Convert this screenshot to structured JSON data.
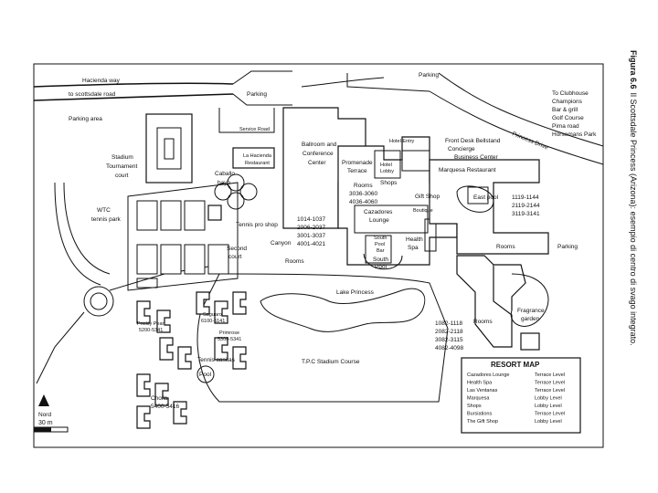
{
  "caption": {
    "figure": "Figura 6.6",
    "text": "Il Scottsdale Princess (Arizona): esempio di centro di svago integrato."
  },
  "labels": {
    "hacienda_way": "Hacienda way",
    "to_scottsdale_road": "to scottsdale road",
    "parking_area": "Parking area",
    "parking_top": "Parking",
    "parking_top2": "Parking",
    "parking_right": "Parking",
    "service_road": "Service Road",
    "stadium_court": [
      "Stadium",
      "Tournament",
      "court"
    ],
    "wtc": [
      "WTC",
      "tennis park"
    ],
    "la_hacienda": [
      "La Hacienda",
      "Restaurant"
    ],
    "caballo_bayo": [
      "Caballo",
      "bayo"
    ],
    "tennis_pro_shop": "Tennis pro shop",
    "second_court": [
      "Second",
      "court"
    ],
    "ballroom": [
      "Ballroom and",
      "Conference",
      "Center"
    ],
    "hotel_entry": "Hotel Entry",
    "front_desk": [
      "Front Desk Bellstand",
      "Concierge",
      "Business Center"
    ],
    "hotel_lobby": [
      "Hotel",
      "Lobby"
    ],
    "promenade": [
      "Promenade",
      "Terrace"
    ],
    "shops": "Shops",
    "marquesa": "Marquesa Restaurant",
    "gift_shop": "Gift Shop",
    "boutique": "Boutique",
    "east_pool": "East pool",
    "rooms_center": [
      "Rooms",
      "3036-3060",
      "4036-4060"
    ],
    "cazadores": [
      "Cazadores",
      "Lounge"
    ],
    "rooms_left": [
      "1014-1037",
      "2006-2037",
      "3001-3037",
      "4001-4021"
    ],
    "canyon": "Canyon",
    "south_pool_bar": [
      "South",
      "Pool",
      "Bar"
    ],
    "health_spa": [
      "Health",
      "Spa"
    ],
    "south_pool": [
      "South",
      "Pool"
    ],
    "rooms_word_left": "Rooms",
    "rooms_word_right": "Rooms",
    "rooms_word_lower": "Rooms",
    "rooms_east": [
      "1119-1144",
      "2119-2144",
      "3119-3141"
    ],
    "to_clubhouse": [
      "To Clubhouse",
      "Champions",
      "Bar & grill",
      "Golf Course",
      "Pima road",
      "Horsemans Park"
    ],
    "princess_drive": "Princess Drive",
    "lake_princess": "Lake Princess",
    "fragrance_garden": [
      "Fragrance",
      "garden"
    ],
    "rooms_lower": [
      "1082-1118",
      "2082-2118",
      "3082-3115",
      "4082-4098"
    ],
    "tpc": "T.P.C Stadium Course",
    "prickly_pear": [
      "Prickly Pear",
      "5200-5341"
    ],
    "saguaro": [
      "Saguaro",
      "6100-6141"
    ],
    "primrose": [
      "Primrose",
      "5300-5341"
    ],
    "tennis_casitas": "Tennis casitas",
    "pool": "Pool",
    "cholla": [
      "Cholla",
      "5400-5416"
    ],
    "nord": "Nord",
    "scale": "30 m"
  },
  "resort_map": {
    "title": "RESORT MAP",
    "rows": [
      {
        "place": "Cazadores Lounge",
        "level": "Terrace Level"
      },
      {
        "place": "Health Spa",
        "level": "Terrace Level"
      },
      {
        "place": "Las Ventanas",
        "level": "Terrace Level"
      },
      {
        "place": "Marquesa",
        "level": "Lobby Level"
      },
      {
        "place": "Shops",
        "level": "Lobby Level"
      },
      {
        "place": "Bursiations",
        "level": "Terrace Level"
      },
      {
        "place": "The Gift Shop",
        "level": "Lobby Level"
      }
    ]
  }
}
